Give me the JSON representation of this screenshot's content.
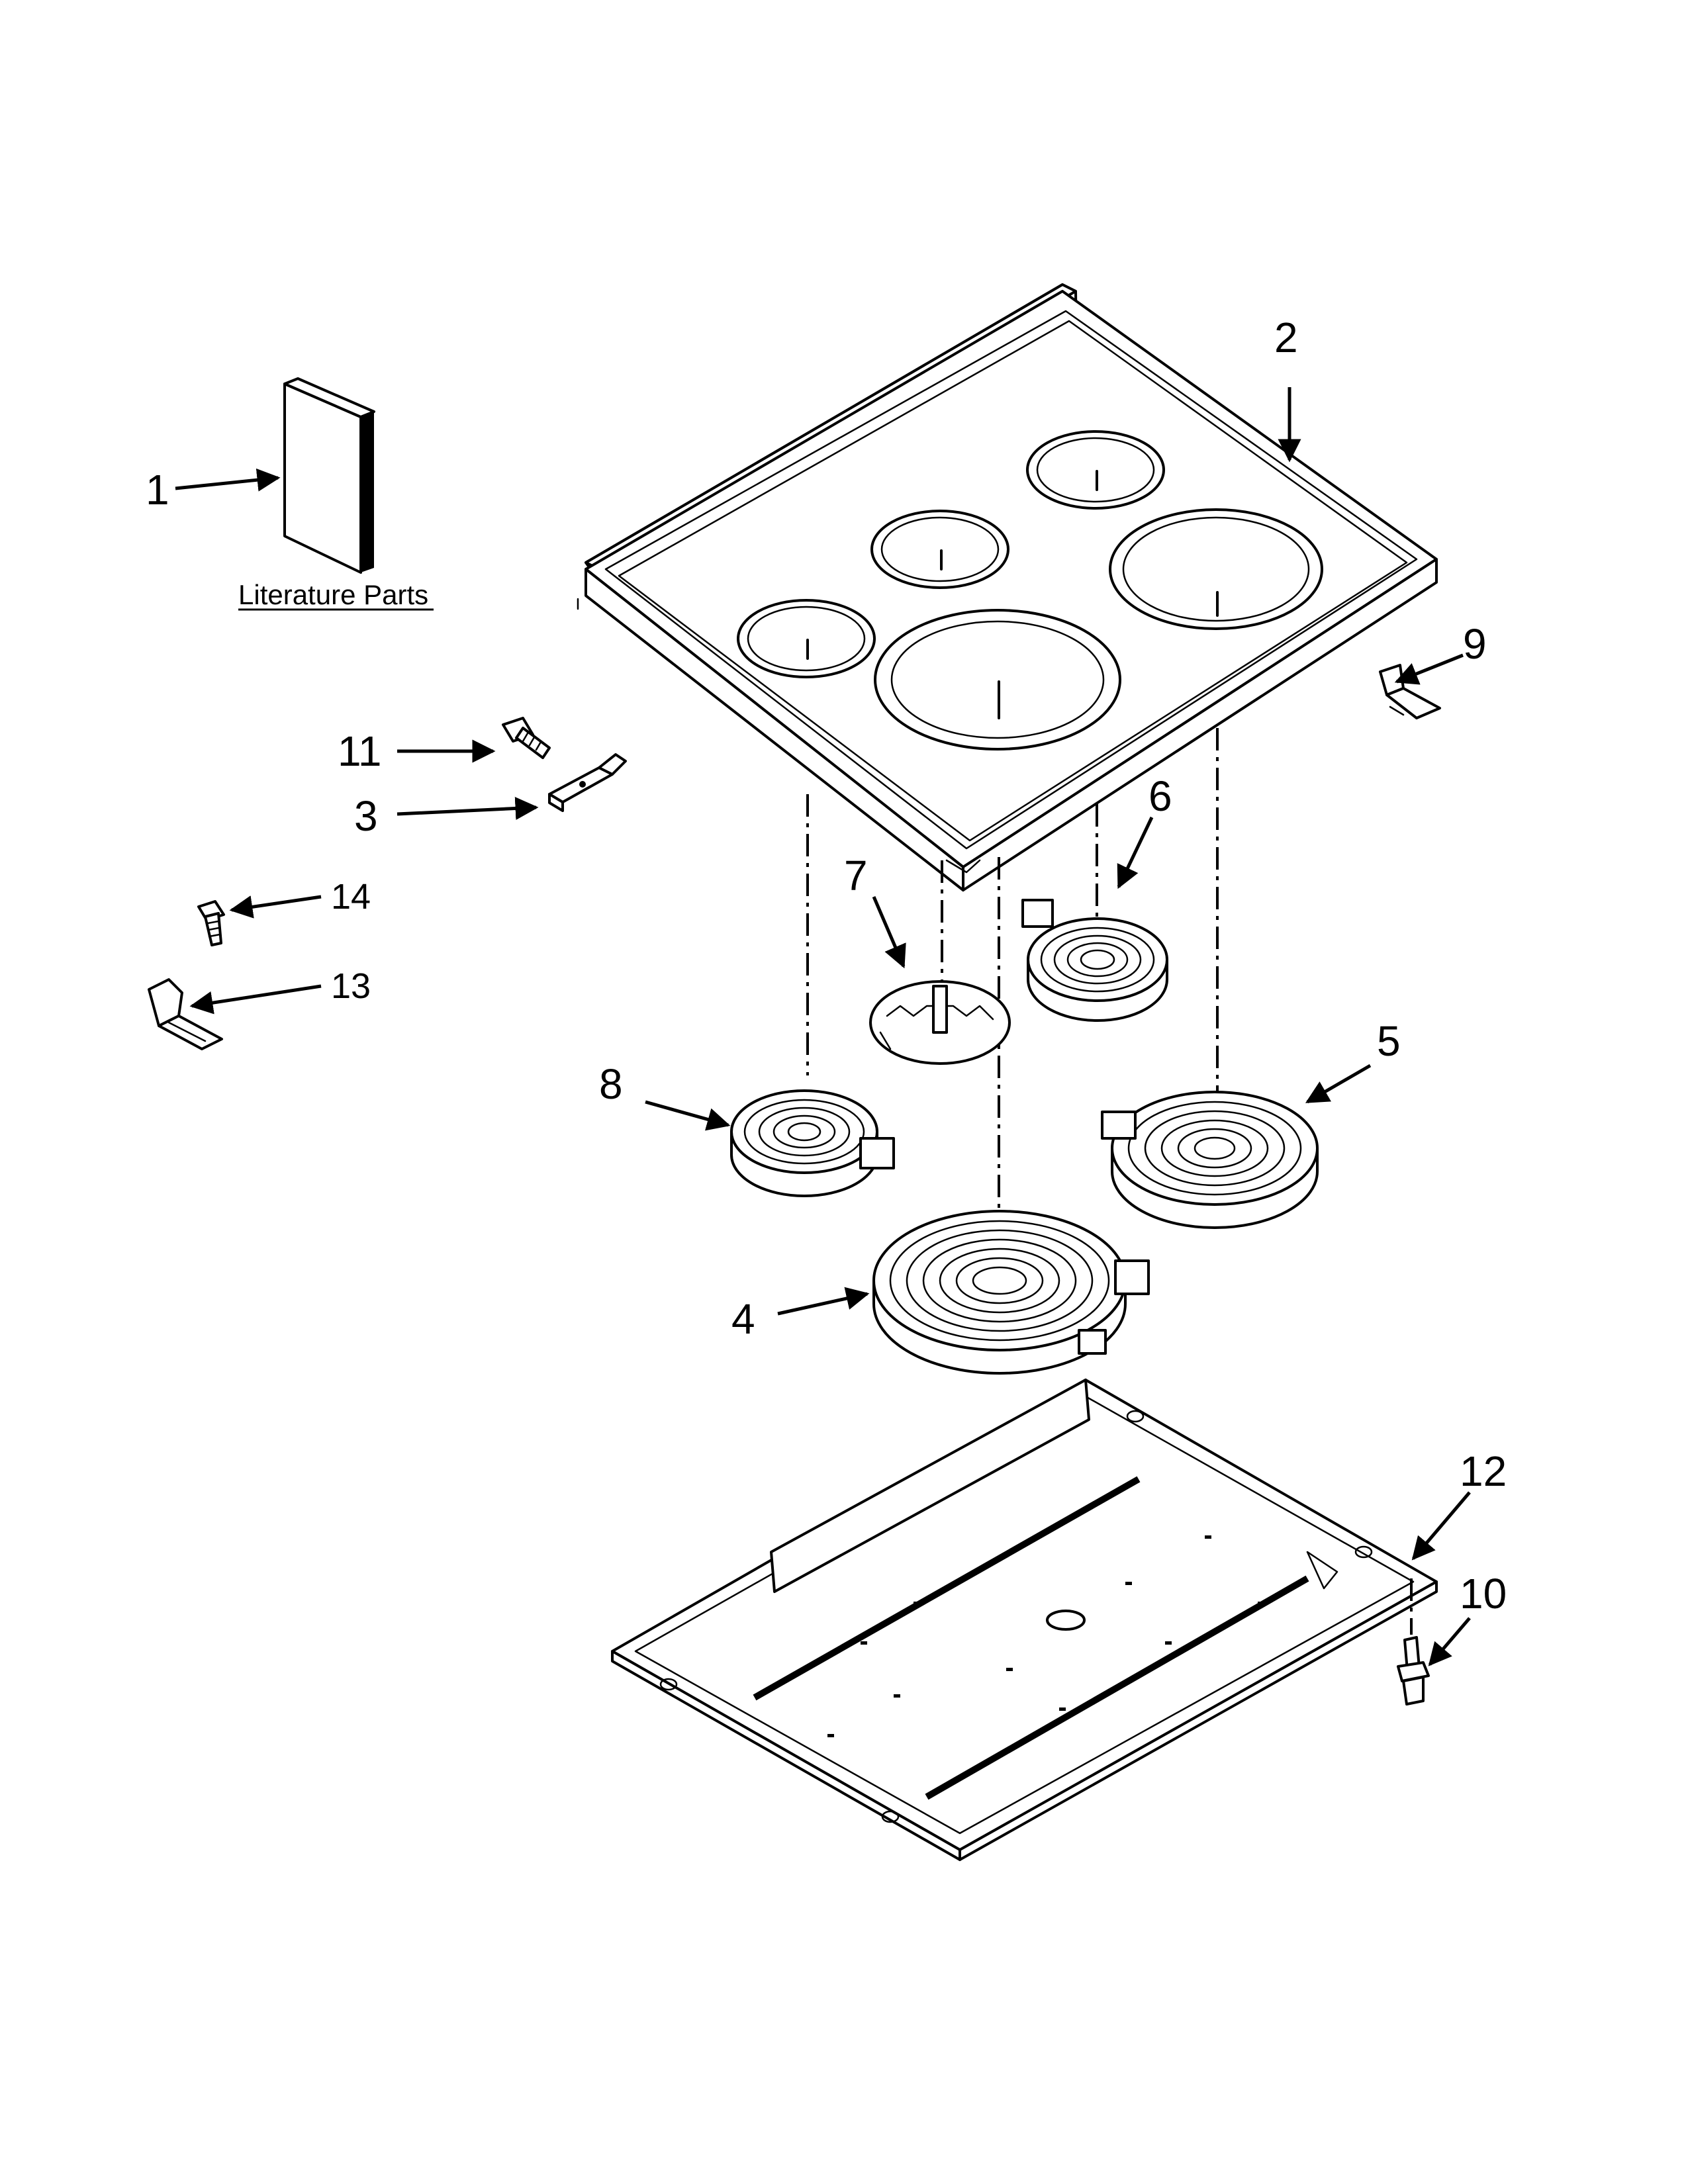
{
  "literature_caption": "Literature Parts",
  "callouts": {
    "c1": "1",
    "c2": "2",
    "c3": "3",
    "c4": "4",
    "c5": "5",
    "c6": "6",
    "c7": "7",
    "c8": "8",
    "c9": "9",
    "c10": "10",
    "c11": "11",
    "c12": "12",
    "c13": "13",
    "c14": "14"
  }
}
